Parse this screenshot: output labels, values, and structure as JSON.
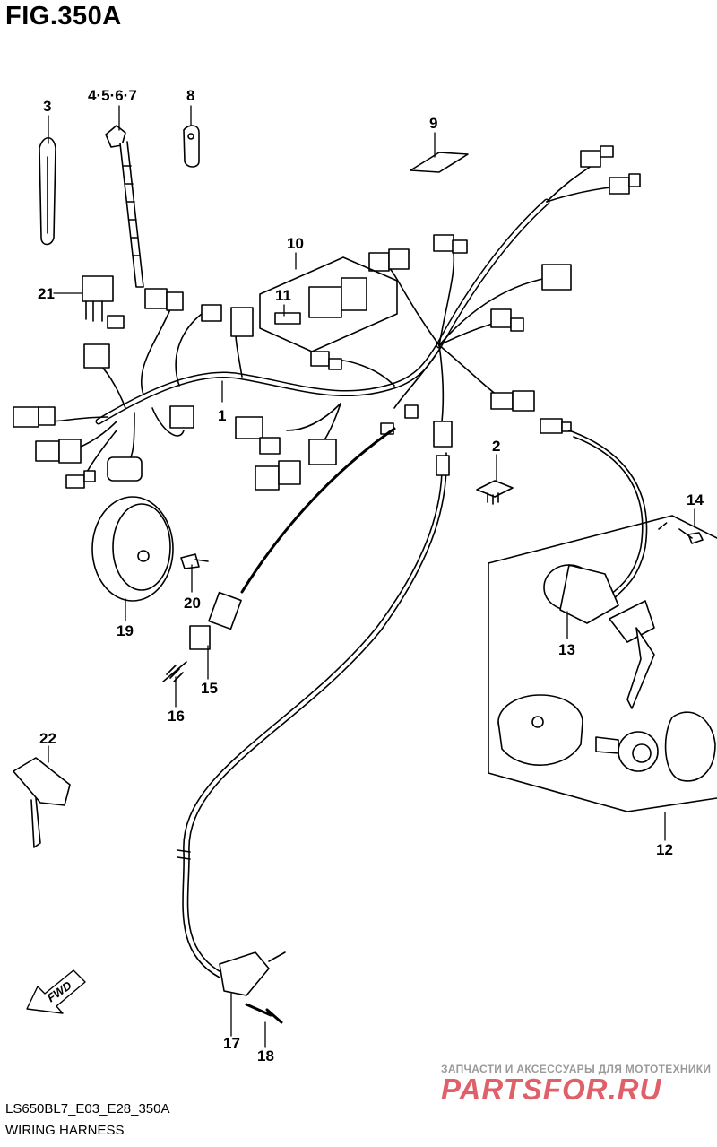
{
  "figure": {
    "title": "FIG.350A",
    "code": "LS650BL7_E03_E28_350A",
    "name": "WIRING HARNESS",
    "fwd_label": "FWD"
  },
  "callouts": {
    "c1": "1",
    "c2": "2",
    "c3": "3",
    "c4567": "4·5·6·7",
    "c8": "8",
    "c9": "9",
    "c10": "10",
    "c11": "11",
    "c12": "12",
    "c13": "13",
    "c14": "14",
    "c15": "15",
    "c16": "16",
    "c17": "17",
    "c18": "18",
    "c19": "19",
    "c20": "20",
    "c21": "21",
    "c22": "22"
  },
  "watermark": {
    "tagline": "ЗАПЧАСТИ И АКСЕССУАРЫ ДЛЯ МОТОТЕХНИКИ",
    "brand": "PARTSFOR.RU"
  }
}
